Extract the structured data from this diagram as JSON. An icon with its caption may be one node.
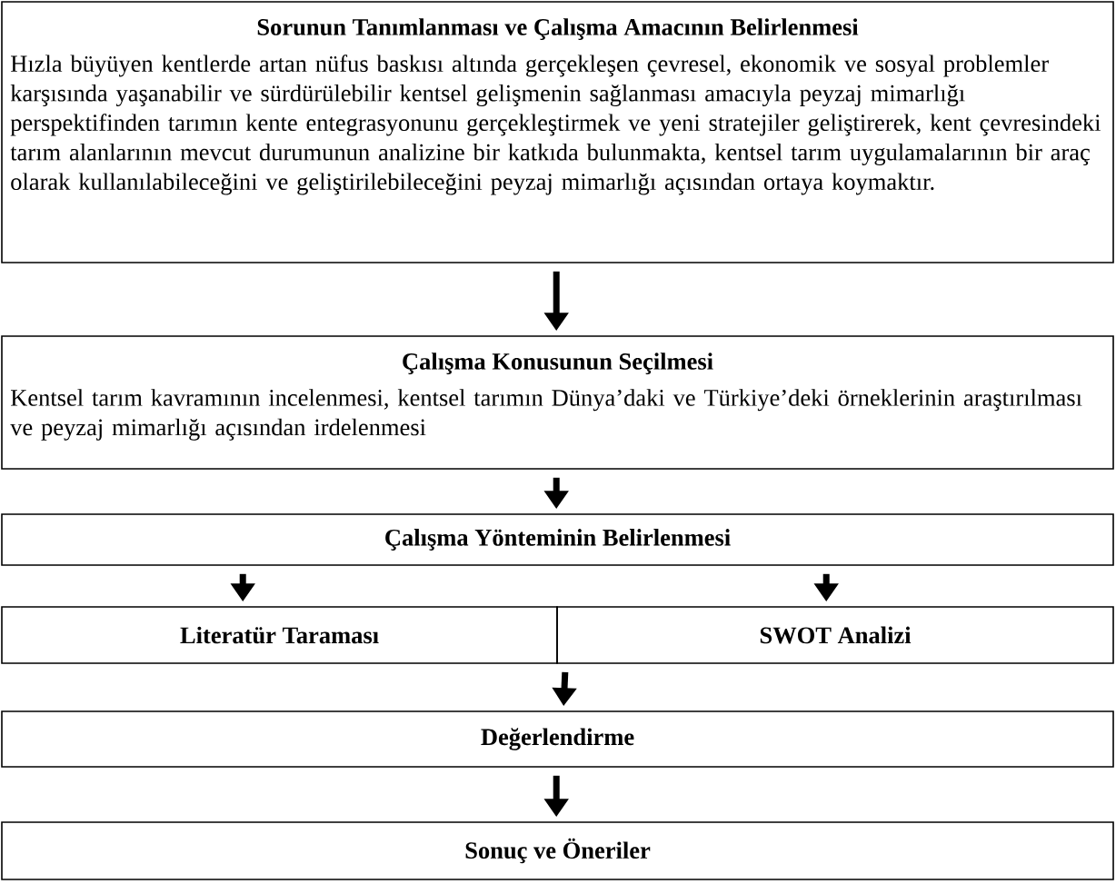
{
  "diagram": {
    "nodes": [
      {
        "text": [
          "Sorunun Tanımlanması ve Çalışma Amacının Belirlenmesi",
          "Hızla büyüyen kentlerde artan nüfus baskısı altında gerçekleşen çevresel, ekonomik ve sosyal problemler karşısında yaşanabilir ve sürdürülebilir kentsel gelişmenin sağlanması amacıyla peyzaj mimarlığı perspektifinden tarımın kente entegrasyonunu gerçekleştirmek ve yeni stratejiler geliştirerek, kent çevresindeki tarım alanlarının mevcut durumunun analizine bir katkıda bulunmakta, kentsel tarım uygulamalarının bir araç olarak kullanılabileceğini ve geliştirilebileceğini peyzaj mimarlığı açısından ortaya koymaktır."
        ]
      },
      {
        "text": [
          "Çalışma Konusunun Seçilmesi",
          "Kentsel tarım kavramının incelenmesi, kentsel tarımın Dünya’daki ve Türkiye’deki örneklerinin araştırılması ve peyzaj mimarlığı açısından irdelenmesi"
        ]
      },
      {
        "text": [
          "Çalışma Yönteminin Belirlenmesi"
        ]
      },
      {
        "text": [
          "Literatür Taraması"
        ]
      },
      {
        "text": [
          "SWOT Analizi"
        ]
      },
      {
        "text": [
          "Değerlendirme"
        ]
      },
      {
        "text": [
          "Sonuç ve Öneriler"
        ]
      }
    ],
    "edges": [
      {
        "from": 0,
        "to": 1,
        "arrow": "to"
      },
      {
        "from": 1,
        "to": 2,
        "arrow": "to"
      },
      {
        "from": 2,
        "to": 3,
        "arrow": "to"
      },
      {
        "from": 2,
        "to": 4,
        "arrow": "to"
      },
      {
        "from": 3,
        "to": 5,
        "arrow": "to"
      },
      {
        "from": 4,
        "to": 5,
        "arrow": "to"
      },
      {
        "from": 5,
        "to": 6,
        "arrow": "to"
      }
    ]
  }
}
